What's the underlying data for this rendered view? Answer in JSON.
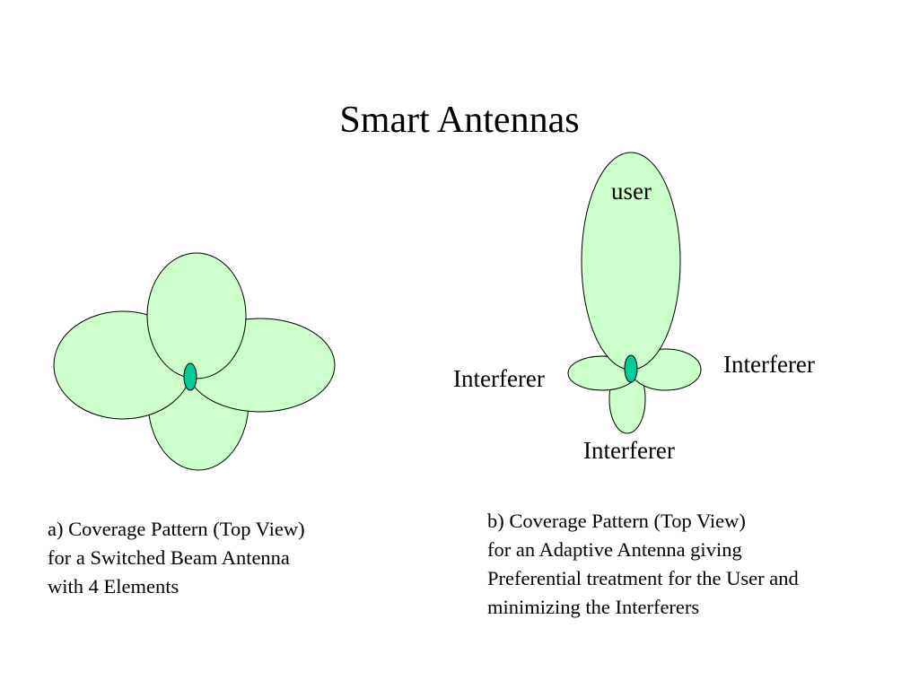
{
  "title": "Smart Antennas",
  "colors": {
    "lobe_fill": "#ccffcc",
    "element_fill": "#00cc99",
    "outline": "#000000"
  },
  "switched_beam": {
    "lobe_count": 4,
    "element_count": 1,
    "caption": [
      "a) Coverage Pattern  (Top View)",
      "for a Switched Beam Antenna",
      "with 4 Elements"
    ]
  },
  "adaptive": {
    "main_lobe_label": "user",
    "interferer_labels": {
      "left": "Interferer",
      "right": "Interferer",
      "bottom": "Interferer"
    },
    "caption": [
      "b) Coverage Pattern  (Top View)",
      "for an Adaptive Antenna giving",
      "Preferential treatment for the User and",
      "minimizing the Interferers"
    ]
  }
}
